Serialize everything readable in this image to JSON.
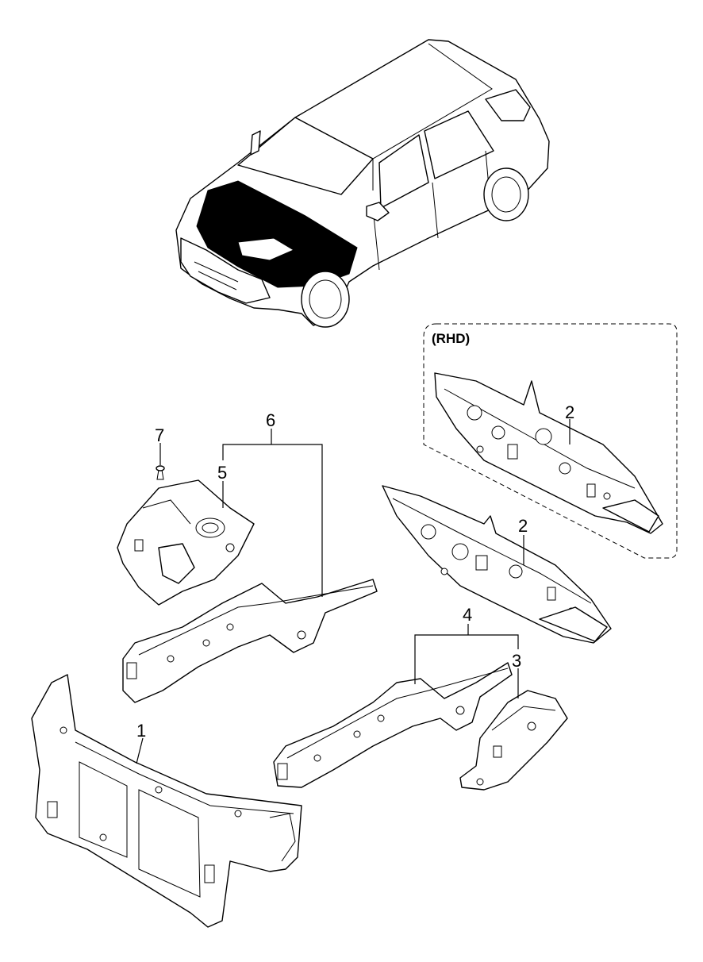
{
  "diagram": {
    "rhd_label": "(RHD)",
    "callouts": [
      {
        "id": "callout-1",
        "text": "1"
      },
      {
        "id": "callout-2-rhd",
        "text": "2"
      },
      {
        "id": "callout-2",
        "text": "2"
      },
      {
        "id": "callout-3",
        "text": "3"
      },
      {
        "id": "callout-4",
        "text": "4"
      },
      {
        "id": "callout-5",
        "text": "5"
      },
      {
        "id": "callout-6",
        "text": "6"
      },
      {
        "id": "callout-7",
        "text": "7"
      }
    ]
  }
}
